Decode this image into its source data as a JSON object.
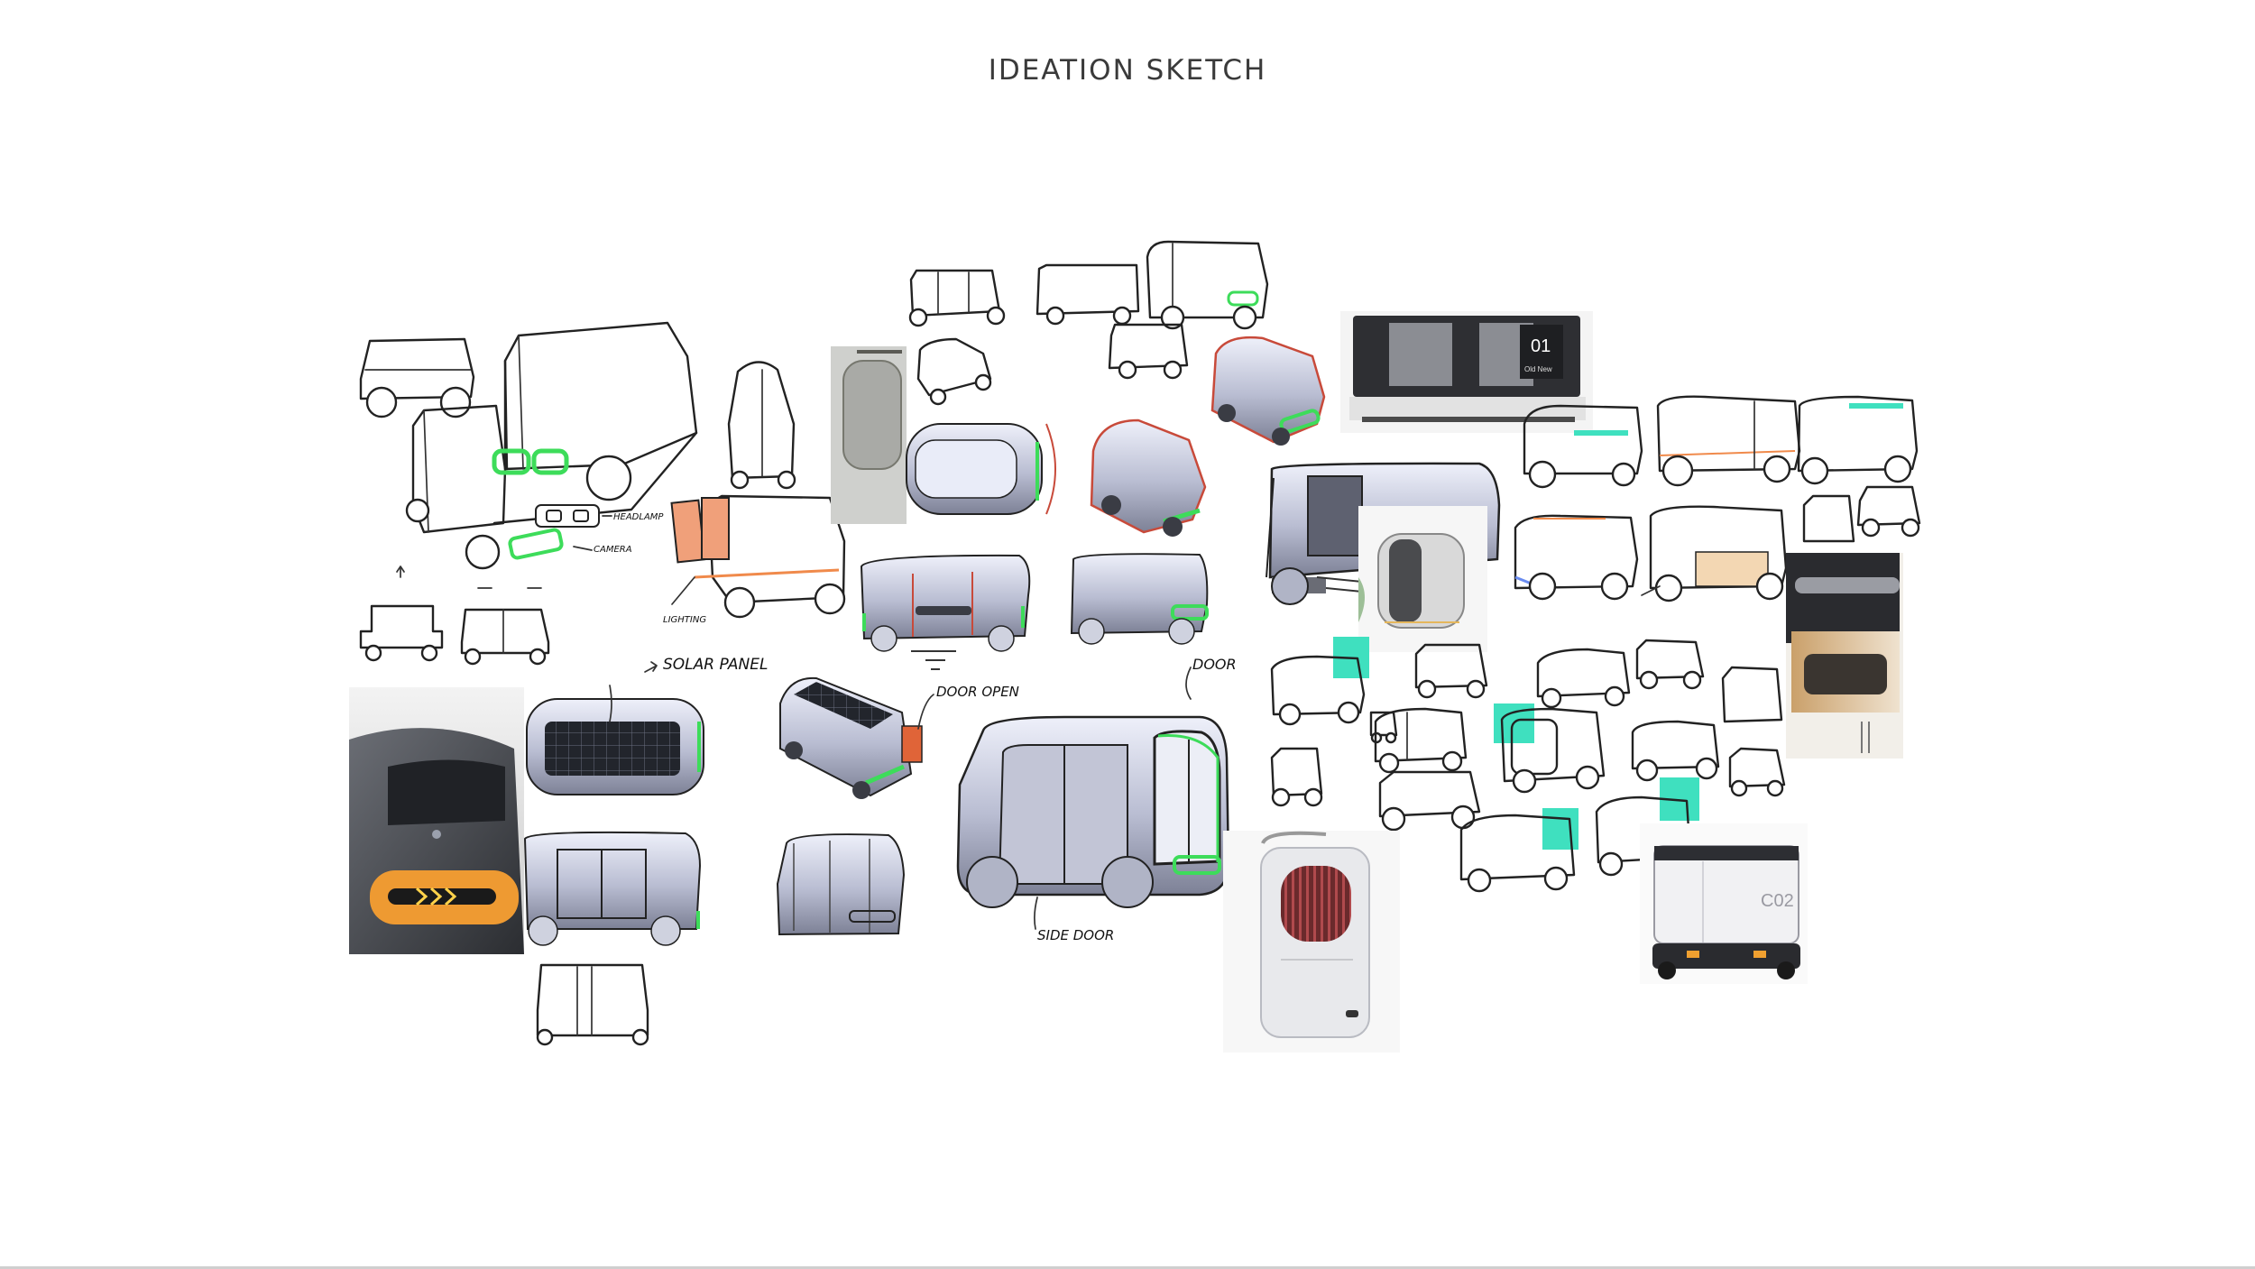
{
  "title": "IDEATION SKETCH",
  "annotations": {
    "solar_panel": "SOLAR PANEL",
    "door_open": "DOOR OPEN",
    "door": "DOOR",
    "side_door": "SIDE DOOR",
    "lighting": "LIGHTING",
    "headlamp": "HEADLAMP",
    "camera": "CAMERA"
  },
  "reference_labels": {
    "display_number": "01",
    "display_text": "Old New",
    "robot_code": "C02"
  },
  "colors": {
    "accent_green": "#3ddc5a",
    "accent_orange": "#f08a4b",
    "accent_mint": "#3fe0bf",
    "body_grey": "#b4b8cc",
    "line": "#222222"
  }
}
